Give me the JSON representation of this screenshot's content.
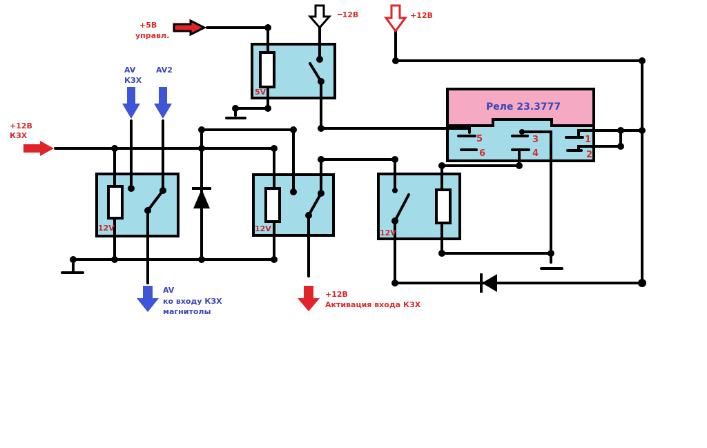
{
  "colors": {
    "relay_body": "#a4dbe8",
    "relay_header": "#f6a9c3",
    "label_red": "#d92b2b",
    "label_blue": "#3a46b4",
    "arrow_red": "#e0242a",
    "arrow_blue": "#3d55d6",
    "wire": "#000000"
  },
  "labels": {
    "plus5v": "+5В",
    "plus5v_sub": "управл.",
    "minus12v_top": "━12В",
    "plus12v_top": "+12В",
    "av": "AV",
    "av_sub": "КЗХ",
    "av2": "AV2",
    "plus12v_left": "+12В",
    "plus12v_left_sub": "КЗХ",
    "out_av": "AV",
    "out_av_line2": "ко входу КЗХ",
    "out_av_line3": "магнитолы",
    "out_12v": "+12В",
    "out_12v_line2": "Активация входа КЗХ"
  },
  "relays": {
    "top": {
      "voltage": "5V"
    },
    "left": {
      "voltage": "12V"
    },
    "middle": {
      "voltage": "12V"
    },
    "right": {
      "voltage": "12V"
    },
    "main": {
      "title": "Реле 23.3777",
      "pins": [
        "5",
        "6",
        "3",
        "4",
        "1",
        "2"
      ]
    }
  }
}
